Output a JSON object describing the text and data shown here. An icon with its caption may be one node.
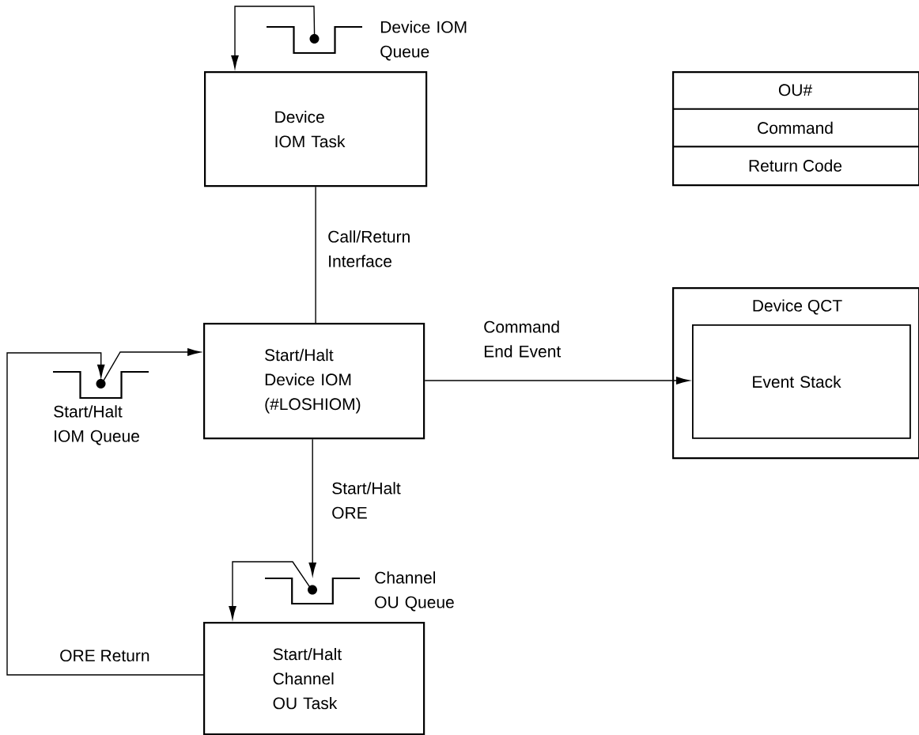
{
  "diagram": {
    "nodes": [
      {
        "text": [
          "Device IOM Queue"
        ]
      },
      {
        "text": [
          "Device IOM Task"
        ]
      },
      {
        "text": [
          "OU#",
          "Command",
          "Return Code"
        ]
      },
      {
        "text": [
          "Start/Halt IOM Queue"
        ]
      },
      {
        "text": [
          "Start/Halt Device IOM (#LOSHIOM)"
        ]
      },
      {
        "text": [
          "Device QCT"
        ]
      },
      {
        "text": [
          "Event Stack"
        ],
        "in": 5
      },
      {
        "text": [
          "Channel OU Queue"
        ]
      },
      {
        "text": [
          "Start/Halt Channel OU Task"
        ]
      }
    ],
    "edges": [
      {
        "from": 0,
        "to": 1,
        "arrow": "to"
      },
      {
        "from": 1,
        "to": 4,
        "arrow": "none",
        "label": "Call/Return Interface"
      },
      {
        "from": 3,
        "to": 4,
        "arrow": "to"
      },
      {
        "from": 8,
        "to": 3,
        "arrow": "to",
        "label": "ORE Return"
      },
      {
        "from": 4,
        "to": 7,
        "arrow": "to",
        "label": "Start/Halt ORE"
      },
      {
        "from": 7,
        "to": 8,
        "arrow": "to"
      },
      {
        "from": 4,
        "to": 6,
        "arrow": "to",
        "label": "Command End Event"
      }
    ]
  }
}
